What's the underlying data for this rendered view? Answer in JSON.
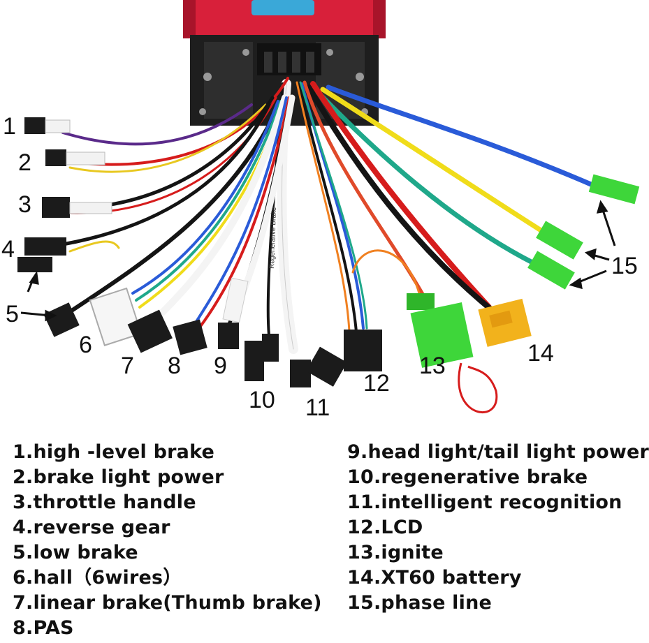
{
  "callouts": [
    {
      "number": "1"
    },
    {
      "number": "2"
    },
    {
      "number": "3"
    },
    {
      "number": "4"
    },
    {
      "number": "5"
    },
    {
      "number": "6"
    },
    {
      "number": "7"
    },
    {
      "number": "8"
    },
    {
      "number": "9"
    },
    {
      "number": "10"
    },
    {
      "number": "11"
    },
    {
      "number": "12"
    },
    {
      "number": "13"
    },
    {
      "number": "14"
    },
    {
      "number": "15"
    }
  ],
  "connector_text": {
    "regenerative": "Regenerative Brake"
  },
  "legend": {
    "left": [
      "1.high -level brake",
      "2.brake light power",
      "3.throttle handle",
      "4.reverse gear",
      "5.low brake",
      "6.hall（6wires）",
      "7.linear brake(Thumb brake)",
      "8.PAS"
    ],
    "right": [
      "9.head light/tail light power",
      "10.regenerative brake",
      "11.intelligent recognition",
      "12.LCD",
      "13.ignite",
      "14.XT60 battery",
      "15.phase line"
    ]
  },
  "colors": {
    "housing": "#d8203a",
    "heatsink": "#222222",
    "phase_blue": "#2a5bd8",
    "phase_yellow": "#f0dc1a",
    "phase_green": "#1fa88a",
    "connector_green": "#3ed63a",
    "xt60": "#f2b21c"
  }
}
